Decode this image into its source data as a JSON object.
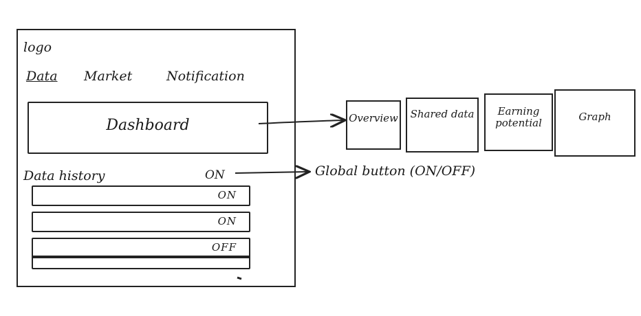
{
  "wireframe": {
    "logo": "logo",
    "nav_tabs": [
      "Data",
      "Market",
      "Notification"
    ],
    "dashboard_label": "Dashboard",
    "history_label": "Data history",
    "global_toggle_label": "ON",
    "history_rows": [
      {
        "value": "ON"
      },
      {
        "value": "ON"
      },
      {
        "value": "OFF"
      },
      {
        "value": ""
      }
    ]
  },
  "dashboard_tabs": [
    "Overview",
    "Shared data",
    "Earning potential",
    "Graph"
  ],
  "annotation": "Global button (ON/OFF)",
  "colors": {
    "ink": "#1a1a1a",
    "paper": "#ffffff"
  }
}
